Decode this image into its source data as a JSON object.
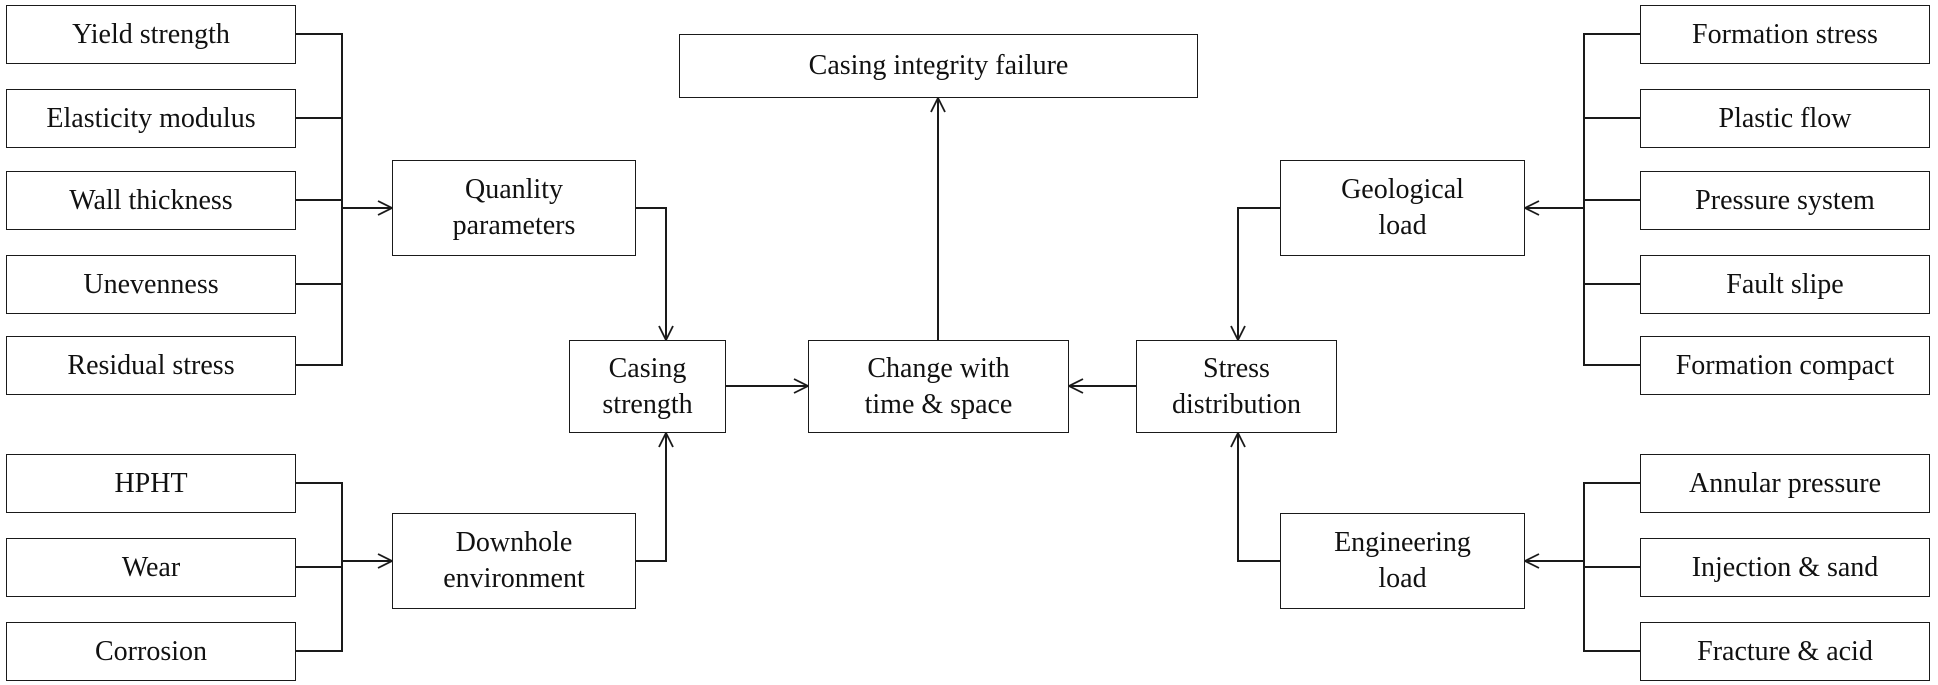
{
  "title": "Casing integrity failure",
  "center": "Change with\ntime & space",
  "left_side": {
    "quality_group": {
      "label": "Quanlity\nparameters",
      "items": [
        "Yield strength",
        "Elasticity modulus",
        "Wall thickness",
        "Unevenness",
        "Residual stress"
      ]
    },
    "environment_group": {
      "label": "Downhole\nenvironment",
      "items": [
        "HPHT",
        "Wear",
        "Corrosion"
      ]
    },
    "hub": "Casing\nstrength"
  },
  "right_side": {
    "geological_group": {
      "label": "Geological\nload",
      "items": [
        "Formation stress",
        "Plastic flow",
        "Pressure system",
        "Fault slipe",
        "Formation compact"
      ]
    },
    "engineering_group": {
      "label": "Engineering\nload",
      "items": [
        "Annular pressure",
        "Injection & sand",
        "Fracture & acid"
      ]
    },
    "hub": "Stress\ndistribution"
  },
  "colors": {
    "line": "#1a1a1a",
    "text": "#111111",
    "background": "#ffffff"
  }
}
